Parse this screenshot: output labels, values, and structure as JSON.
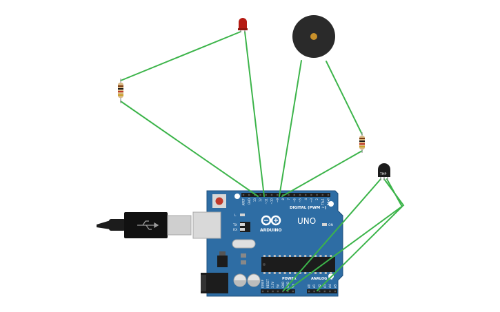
{
  "board": {
    "name": "UNO",
    "brand": "ARDUINO",
    "digital_label": "DIGITAL (PWM ~)",
    "power_label": "POWER",
    "analog_label": "ANALOG IN",
    "on_label": "ON",
    "led_l": "L",
    "led_tx": "TX",
    "led_rx": "RX",
    "top_pins": [
      "AREF",
      "GND",
      "13",
      "12",
      "~11",
      "~10",
      "~9",
      "8",
      "7",
      "~6",
      "~5",
      "4",
      "~3",
      "2",
      "TX▸1",
      "RX◂0"
    ],
    "power_pins": [
      "IOREF",
      "RESET",
      "3.3V",
      "5V",
      "GND",
      "GND",
      "Vin"
    ],
    "analog_pins": [
      "A0",
      "A1",
      "A2",
      "A3",
      "A4",
      "A5"
    ]
  },
  "sensor": {
    "label": "TMP"
  },
  "colors": {
    "board": "#2e6da4",
    "board_edge": "#1f4f7c",
    "wire": "#3cb44a",
    "led": "#b51a12",
    "buzzer": "#2a2a2a",
    "buzzer_center": "#c8902a",
    "resistor": "#d9b784",
    "usb_cable": "#1c1c1c"
  }
}
